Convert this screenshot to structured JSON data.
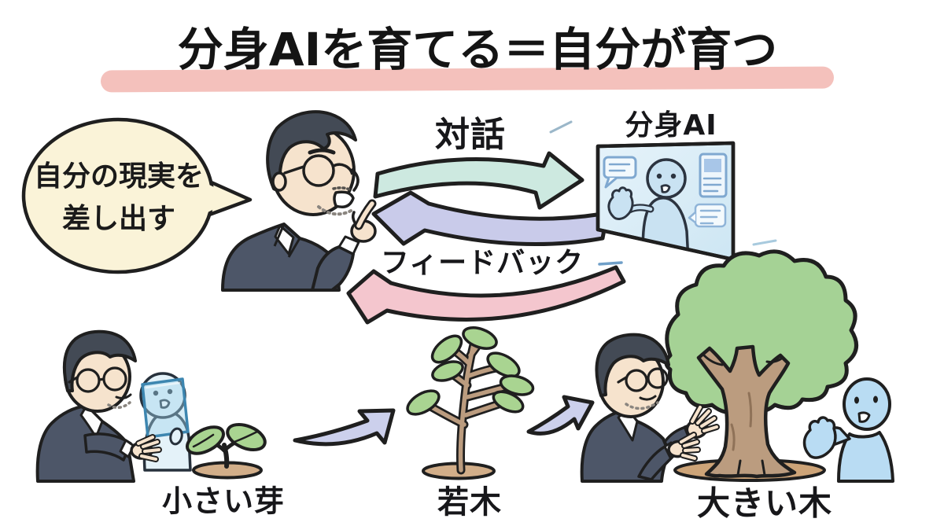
{
  "title": {
    "text": "分身AIを育てる＝自分が育つ",
    "highlight_color": "#f4c1bc"
  },
  "bubble": {
    "line1": "自分の現実を",
    "line2": "差し出す",
    "fill": "#faf3d8"
  },
  "flow": {
    "dialogue_label": "対話",
    "feedback_label": "フィードバック",
    "screen_label": "分身AI",
    "dialogue_arrow_color": "#cde9e0",
    "feedback_arrow_color": "#c9cbea",
    "feedback_return_arrow_color": "#f4c6ce"
  },
  "stages": [
    {
      "label": "小さい芽"
    },
    {
      "label": "若木"
    },
    {
      "label": "大きい木"
    }
  ],
  "palette": {
    "background": "#ffffff",
    "title_text": "#141414",
    "outline": "#1f1f1f",
    "screen_fill": "#d9ecf7",
    "avatar_blue": "#c9e2f2",
    "character_blue": "#b9dcf3",
    "ghost_blue": "#e4f2f9",
    "tablet_blue": "#9fd4ec",
    "growth_arrow": "#ccd0ec",
    "leaf_green": "#a9d491",
    "trunk_brown": "#bb9c7f",
    "soil_brown": "#d0ab83",
    "suit": "#4d5668",
    "skin": "#f6e3cd",
    "hair": "#434a55"
  }
}
